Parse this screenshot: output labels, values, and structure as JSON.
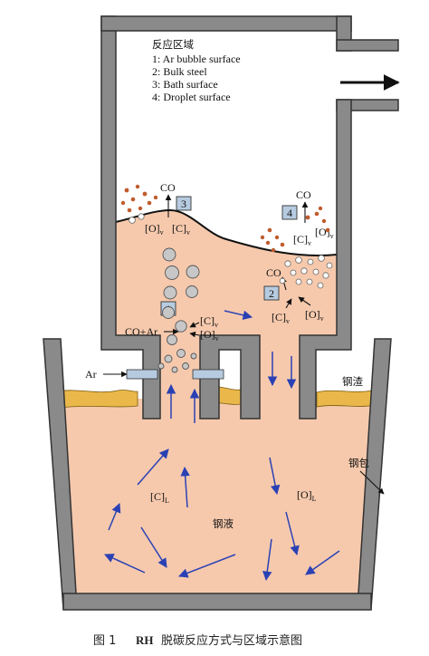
{
  "legend": {
    "title": "反应区域",
    "items": [
      "1: Ar bubble surface",
      "2: Bulk steel",
      "3: Bath surface",
      "4: Droplet surface"
    ]
  },
  "labels": {
    "co_zone3": "CO",
    "co_zone4": "CO",
    "co_zone2": "CO",
    "c_v": "[C]",
    "o_v": "[O]",
    "sub_v": "v",
    "sub_l": "L",
    "co_ar": "CO+Ar",
    "ar": "Ar",
    "slag": "钢渣",
    "ladle": "钢包",
    "molten_steel": "钢液",
    "c_l": "[C]",
    "o_l": "[O]"
  },
  "zones": [
    "1",
    "2",
    "3",
    "4"
  ],
  "caption": {
    "fig": "图 1",
    "code": "RH",
    "title": "脱碳反应方式与区域示意图"
  }
}
